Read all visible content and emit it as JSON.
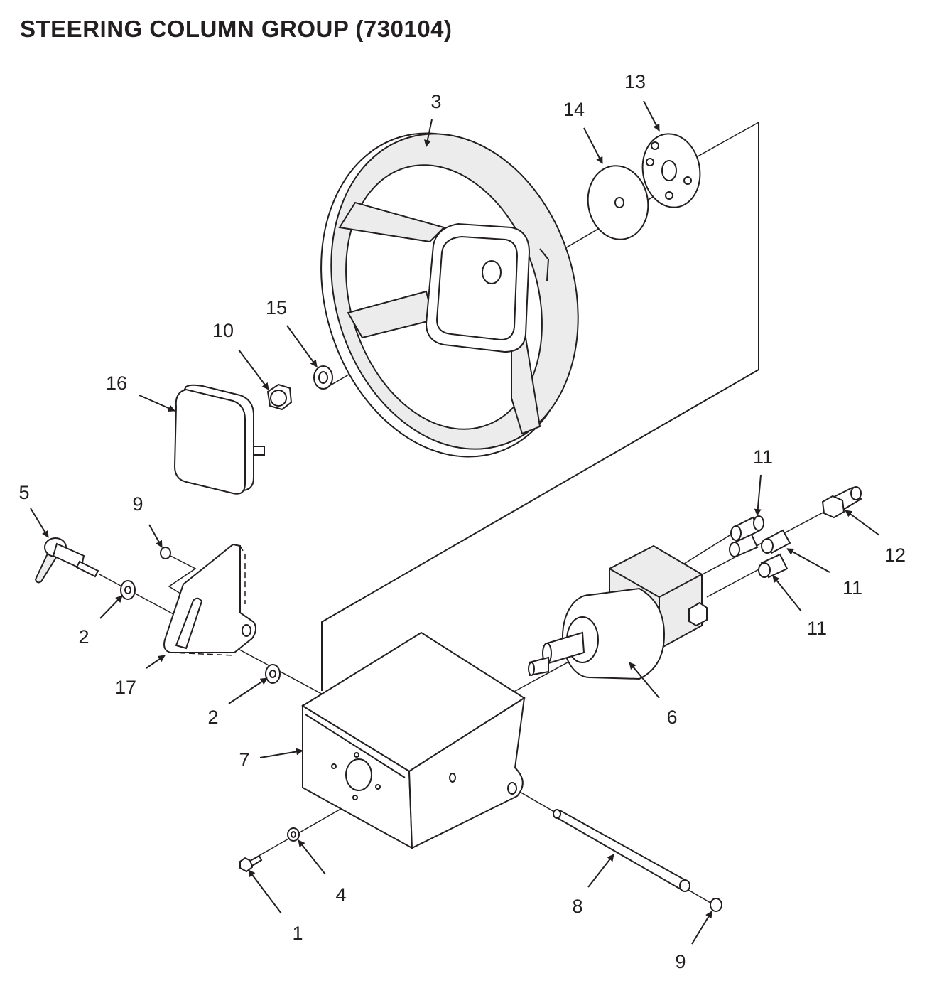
{
  "title": "STEERING COLUMN GROUP (730104)",
  "callouts": [
    {
      "id": "c1",
      "label": "1"
    },
    {
      "id": "c2a",
      "label": "2"
    },
    {
      "id": "c2b",
      "label": "2"
    },
    {
      "id": "c3",
      "label": "3"
    },
    {
      "id": "c4",
      "label": "4"
    },
    {
      "id": "c5",
      "label": "5"
    },
    {
      "id": "c6",
      "label": "6"
    },
    {
      "id": "c7",
      "label": "7"
    },
    {
      "id": "c8",
      "label": "8"
    },
    {
      "id": "c9a",
      "label": "9"
    },
    {
      "id": "c9b",
      "label": "9"
    },
    {
      "id": "c10",
      "label": "10"
    },
    {
      "id": "c11a",
      "label": "11"
    },
    {
      "id": "c11b",
      "label": "11"
    },
    {
      "id": "c11c",
      "label": "11"
    },
    {
      "id": "c12",
      "label": "12"
    },
    {
      "id": "c13",
      "label": "13"
    },
    {
      "id": "c14",
      "label": "14"
    },
    {
      "id": "c15",
      "label": "15"
    },
    {
      "id": "c16",
      "label": "16"
    },
    {
      "id": "c17",
      "label": "17"
    }
  ]
}
